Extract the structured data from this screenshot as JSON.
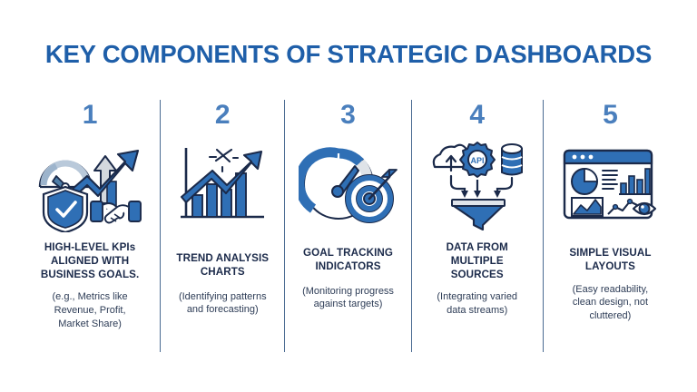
{
  "header": {
    "title": "KEY COMPONENTS OF STRATEGIC DASHBOARDS",
    "title_color": "#1f5fa9"
  },
  "theme": {
    "accent_blue": "#2f6fb5",
    "number_blue": "#4a7fbd",
    "heading_navy": "#1b2a4a",
    "body_navy": "#2d3c56",
    "divider": "#4a6b92",
    "light_gray": "#d9dde2",
    "background": "#ffffff"
  },
  "columns": [
    {
      "number": "1",
      "icon": "kpi-gauge-shield-handshake-icon",
      "heading": "HIGH-LEVEL KPIs ALIGNED WITH BUSINESS GOALS.",
      "heading_lines": [
        "HIGH-LEVEL KPIs",
        "ALIGNED WITH",
        "BUSINESS GOALS."
      ],
      "subtitle": "(e.g., Metrics like Revenue, Profit, Market Share)",
      "subtitle_lines": [
        "(e.g., Metrics like",
        "Revenue, Profit,",
        "Market Share)"
      ]
    },
    {
      "number": "2",
      "icon": "bar-chart-trend-arrow-icon",
      "heading": "TREND ANALYSIS CHARTS",
      "heading_lines": [
        "TREND ANALYSIS",
        "CHARTS"
      ],
      "subtitle": "(Identifying patterns and forecasting)",
      "subtitle_lines": [
        "(Identifying patterns",
        "and forecasting)"
      ]
    },
    {
      "number": "3",
      "icon": "gauge-target-dart-icon",
      "heading": "GOAL TRACKING INDICATORS",
      "heading_lines": [
        "GOAL TRACKING",
        "INDICATORS"
      ],
      "subtitle": "(Monitoring progress against targets)",
      "subtitle_lines": [
        "(Monitoring progress",
        "against targets)"
      ]
    },
    {
      "number": "4",
      "icon": "cloud-api-database-funnel-icon",
      "icon_label": "API",
      "heading": "DATA FROM MULTIPLE SOURCES",
      "heading_lines": [
        "DATA FROM",
        "MULTIPLE",
        "SOURCES"
      ],
      "subtitle": "(Integrating varied data streams)",
      "subtitle_lines": [
        "(Integrating varied",
        "data streams)"
      ]
    },
    {
      "number": "5",
      "icon": "dashboard-window-charts-eye-icon",
      "heading": "SIMPLE VISUAL LAYOUTS",
      "heading_lines": [
        "SIMPLE VISUAL",
        "LAYOUTS"
      ],
      "subtitle": "(Easy readability, clean design, not cluttered)",
      "subtitle_lines": [
        "(Easy readability,",
        "clean design, not",
        "cluttered)"
      ]
    }
  ]
}
